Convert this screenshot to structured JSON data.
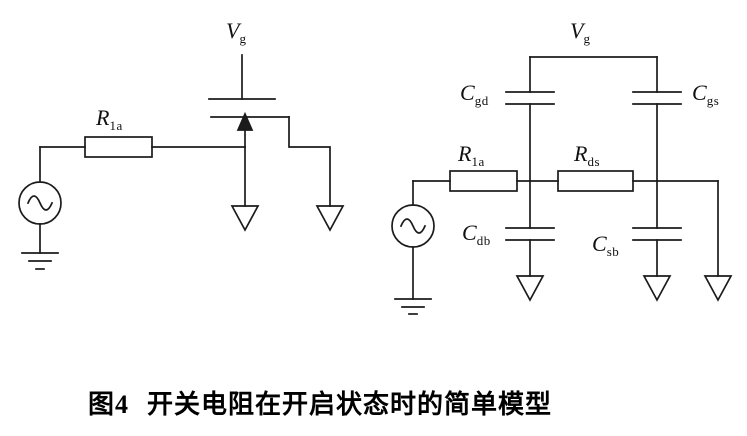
{
  "colors": {
    "background": "#ffffff",
    "stroke": "#1b1b1b",
    "text": "#111111"
  },
  "caption": {
    "fig_label": "图4",
    "text": "开关电阻在开启状态时的简单模型"
  },
  "left_circuit": {
    "gate_voltage": {
      "main": "V",
      "sub": "g"
    },
    "resistor_r1a": {
      "main": "R",
      "sub": "1a"
    }
  },
  "right_circuit": {
    "gate_voltage": {
      "main": "V",
      "sub": "g"
    },
    "cap_gate_drain": {
      "main": "C",
      "sub": "gd"
    },
    "cap_gate_source": {
      "main": "C",
      "sub": "gs"
    },
    "resistor_r1a": {
      "main": "R",
      "sub": "1a"
    },
    "resistor_rds": {
      "main": "R",
      "sub": "ds"
    },
    "cap_drain_body": {
      "main": "C",
      "sub": "db"
    },
    "cap_source_body": {
      "main": "C",
      "sub": "sb"
    }
  }
}
